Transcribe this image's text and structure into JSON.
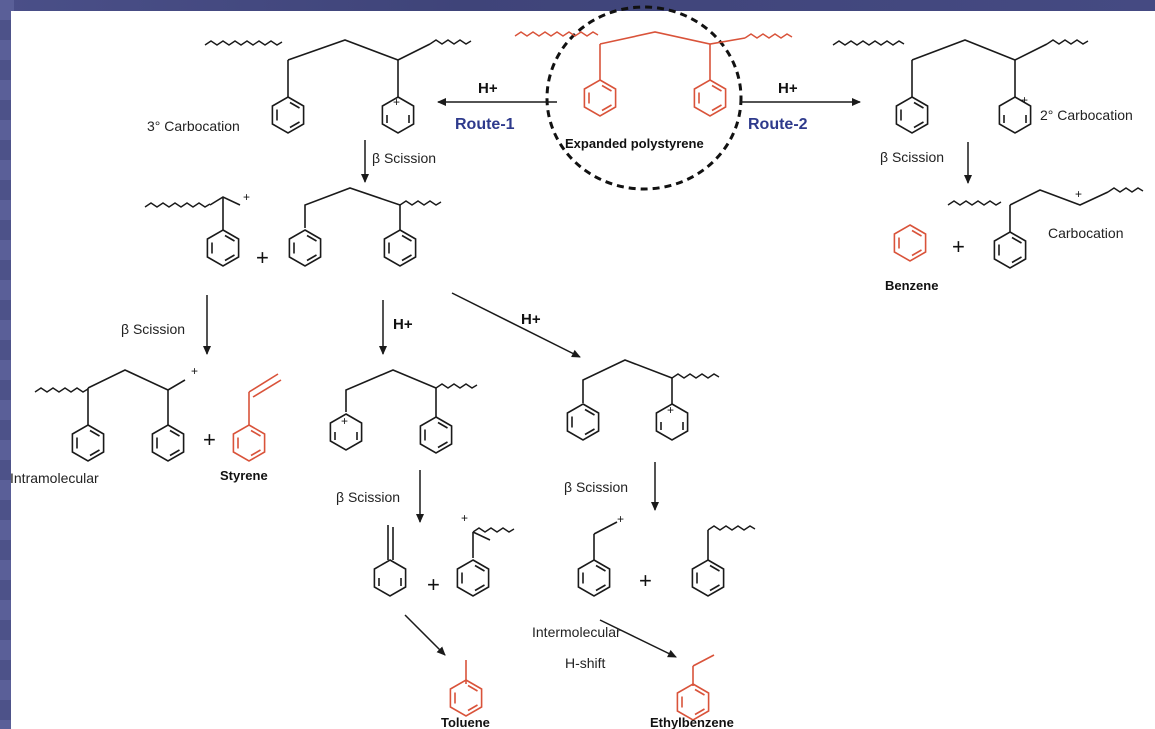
{
  "labels": {
    "route_1": "Route-1",
    "route_2": "Route-2",
    "h_plus": "H+",
    "expanded_polystyrene": "Expanded polystyrene",
    "carbocation_3": "3° Carbocation",
    "carbocation_2": "2° Carbocation",
    "carbocation": "Carbocation",
    "beta_scission": "β Scission",
    "benzene": "Benzene",
    "styrene": "Styrene",
    "intramolecular": "Intramolecular",
    "intermolecular": "Intermolecular",
    "h_shift": "H-shift",
    "toluene": "Toluene",
    "ethylbenzene": "Ethylbenzene",
    "plus": "+",
    "charge": "+"
  },
  "colors": {
    "product": "#d9533a",
    "bond": "#1a1a1a",
    "route": "#2e3a8c",
    "background": "#454a82"
  }
}
